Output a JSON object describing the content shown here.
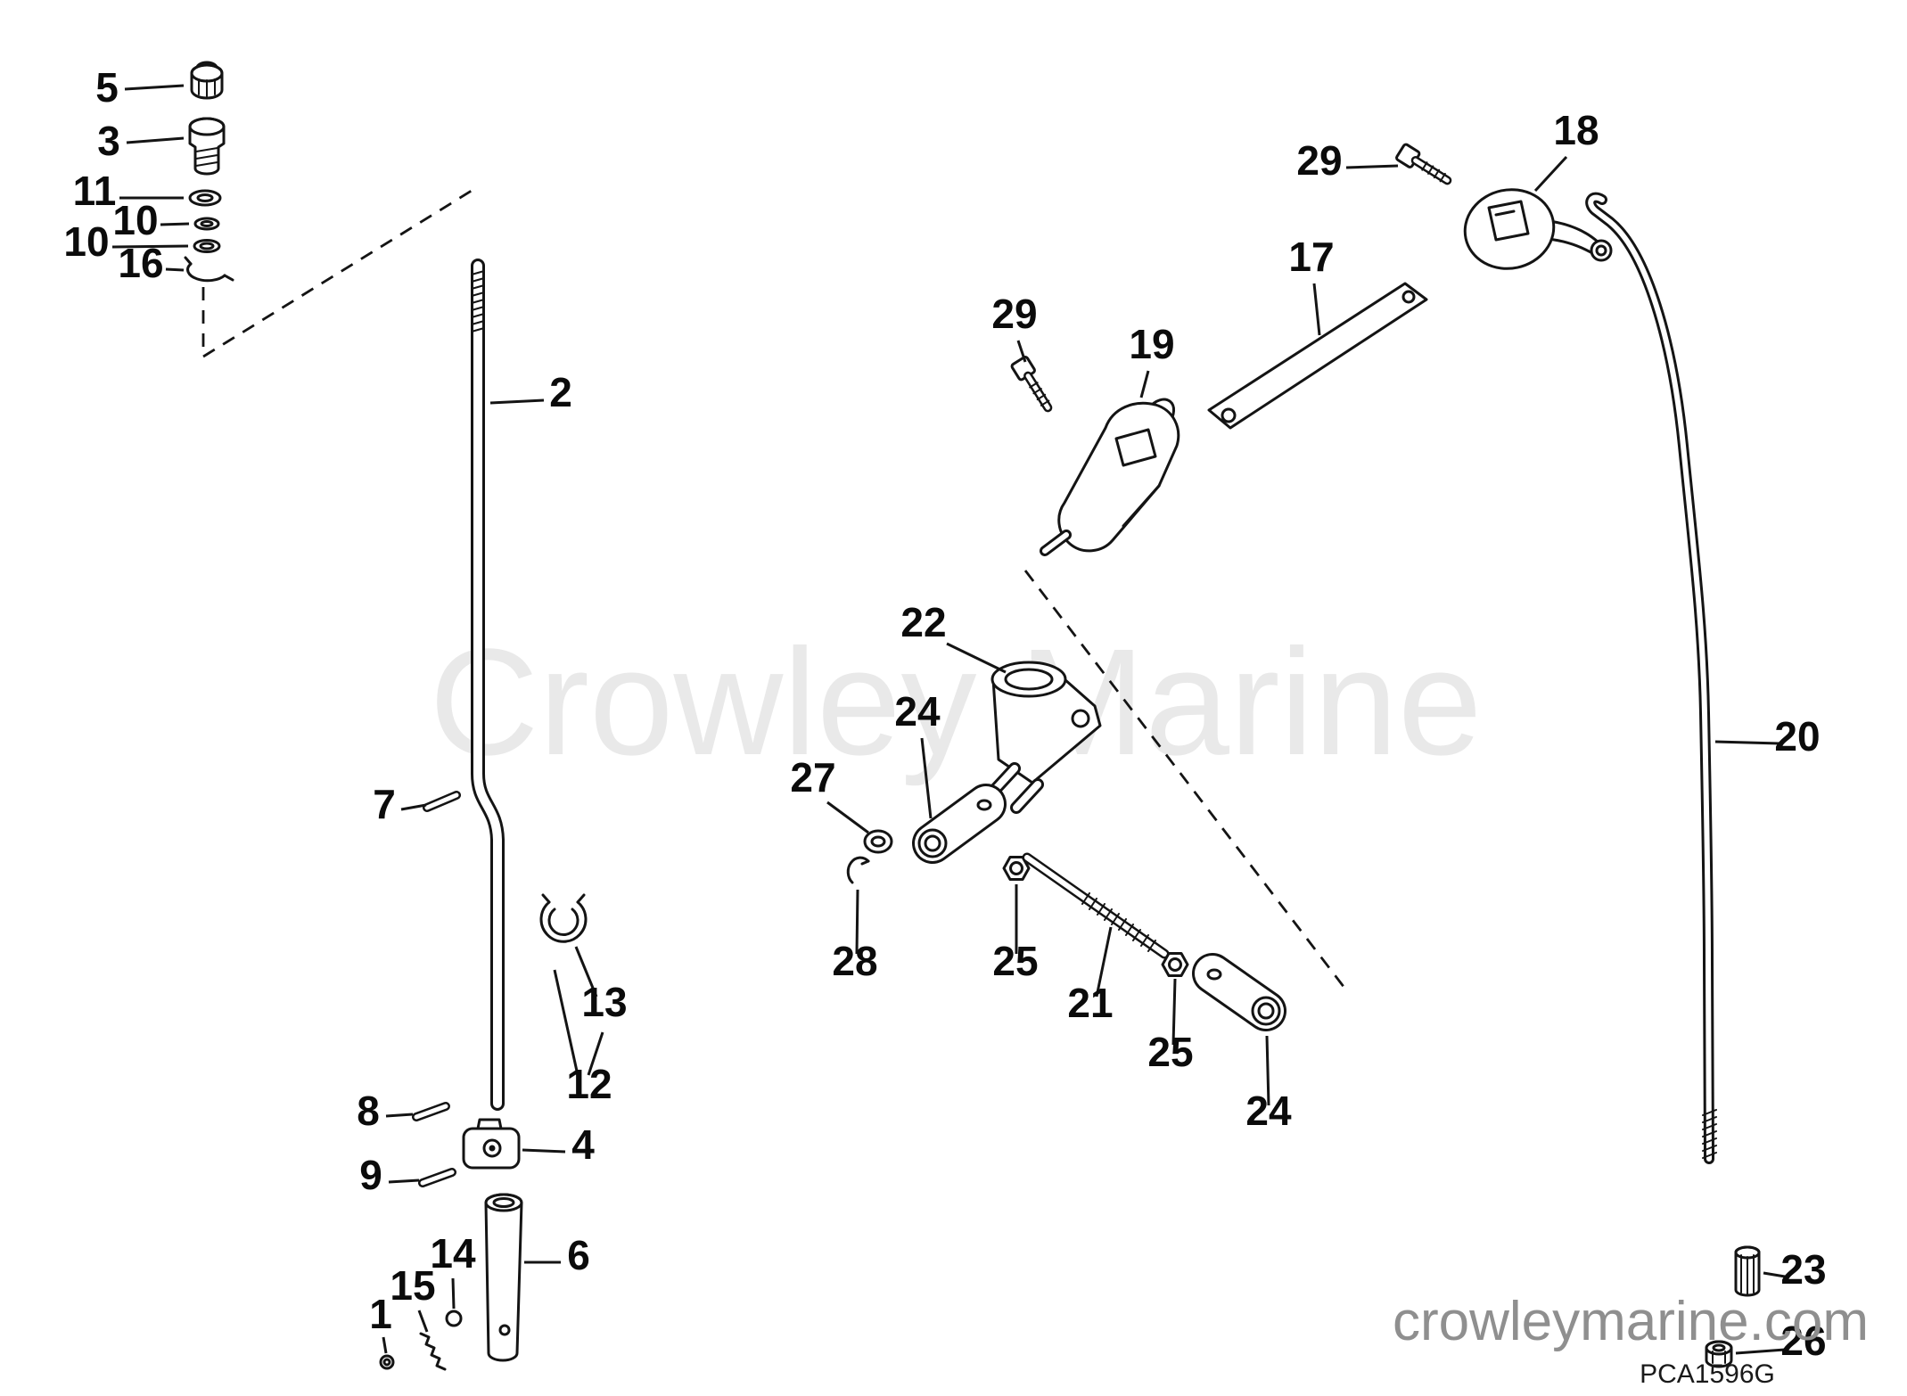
{
  "diagram": {
    "watermark": "Crowley Marine",
    "website": "crowleymarine.com",
    "part_code": "PCA1596G",
    "colors": {
      "line": "#141414",
      "watermark": "#e9e9e9",
      "website_text": "#8f8f8f",
      "background": "#ffffff"
    },
    "callouts": {
      "c1": "1",
      "c2": "2",
      "c3": "3",
      "c4": "4",
      "c5": "5",
      "c6": "6",
      "c7": "7",
      "c8": "8",
      "c9": "9",
      "c10a": "10",
      "c10b": "10",
      "c11": "11",
      "c12": "12",
      "c13": "13",
      "c14": "14",
      "c15": "15",
      "c16": "16",
      "c17": "17",
      "c18": "18",
      "c19": "19",
      "c20": "20",
      "c21": "21",
      "c22": "22",
      "c23": "23",
      "c24a": "24",
      "c24b": "24",
      "c25a": "25",
      "c25b": "25",
      "c26": "26",
      "c27": "27",
      "c28": "28",
      "c29a": "29",
      "c29b": "29"
    }
  }
}
